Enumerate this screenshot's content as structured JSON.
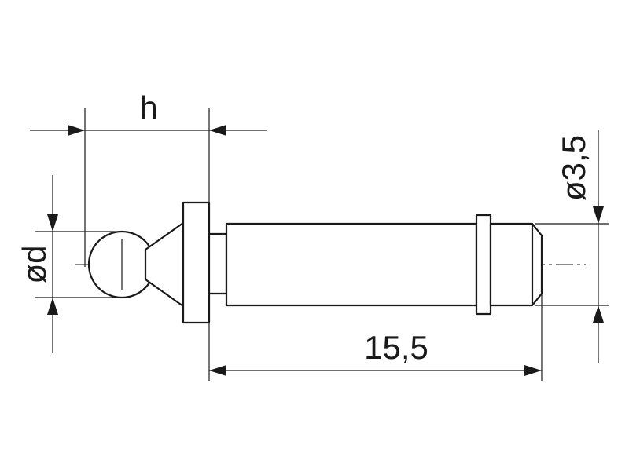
{
  "drawing": {
    "labels": {
      "height": "h",
      "ball_diameter": "ød",
      "shank_diameter": "ø3,5",
      "length": "15,5"
    },
    "colors": {
      "line": "#1a1a1a",
      "background": "#ffffff"
    }
  }
}
